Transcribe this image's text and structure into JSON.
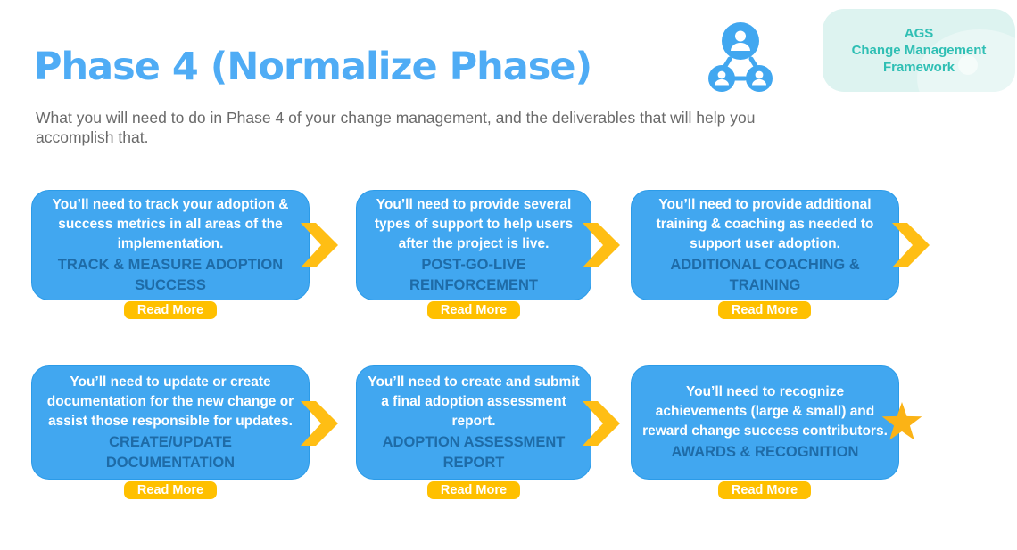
{
  "header": {
    "title": "Phase 4 (Normalize Phase)",
    "subtitle": "What you will need to do in Phase 4 of your change management, and the deliverables that will help you accomplish that.",
    "badge": {
      "line1": "AGS",
      "line2": "Change Management",
      "line3": "Framework"
    }
  },
  "read_more_label": "Read More",
  "cards": [
    {
      "body": "You’ll need to track your adoption & success metrics in all areas of the implementation.",
      "heading": "TRACK & MEASURE ADOPTION SUCCESS",
      "connector": "arrow"
    },
    {
      "body": "You’ll need to provide several types of support to help users after the project is live.",
      "heading": "POST-GO-LIVE REINFORCEMENT",
      "connector": "arrow"
    },
    {
      "body": "You’ll need to provide additional training & coaching as needed to support user adoption.",
      "heading": "ADDITIONAL COACHING & TRAINING",
      "connector": "arrow"
    },
    {
      "body": "You’ll need to update or create documentation for the new change or assist those responsible for updates.",
      "heading": "CREATE/UPDATE DOCUMENTATION",
      "connector": "arrow"
    },
    {
      "body": "You’ll need to create and submit a final adoption assessment report.",
      "heading": "ADOPTION ASSESSMENT REPORT",
      "connector": "arrow"
    },
    {
      "body": "You’ll need to recognize achievements (large & small) and reward change success contributors.",
      "heading": "AWARDS & RECOGNITION",
      "connector": "star"
    }
  ],
  "icons": {
    "people_network": "people-network-icon",
    "connector_arrow": "chevron-right",
    "reward_star": "star"
  },
  "colors": {
    "title_blue": "#4FACF5",
    "card_blue": "#41A7F0",
    "card_border_blue": "#2B9BE8",
    "heading_dark_blue": "#1E6BA7",
    "gold": "#FFC000",
    "arrow_gold": "#FFBE14",
    "star_gold": "#FBB316",
    "badge_bg": "#DDF3F0",
    "badge_text": "#2FBFB4",
    "subtitle_gray": "#6a6a6a"
  }
}
